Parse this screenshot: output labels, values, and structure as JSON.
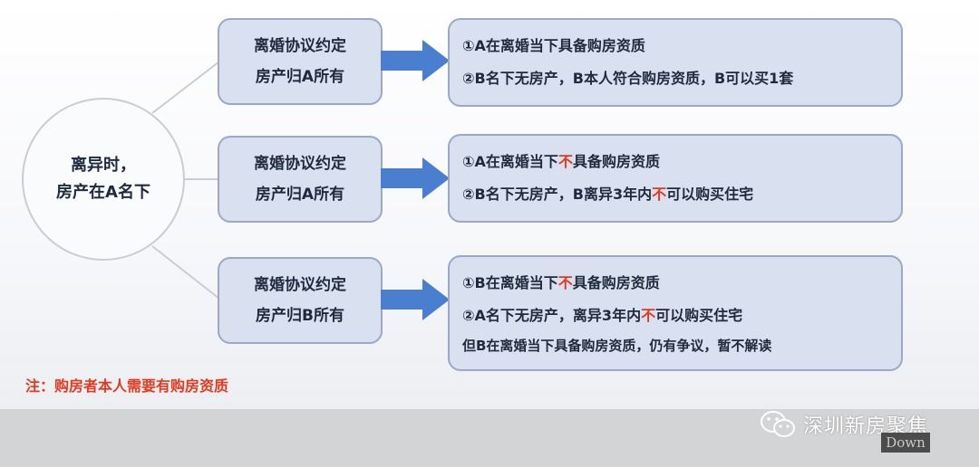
{
  "root": {
    "line1": "离异时，",
    "line2": "房产在A名下"
  },
  "branches": [
    {
      "condition": {
        "line1": "离婚协议约定",
        "line2_pre": "房产归",
        "line2_owner": "A",
        "line2_post": "所有"
      },
      "result": {
        "line1": "①A在离婚当下具备购房资质",
        "line2": "②B名下无房产，B本人符合购房资质，B可以买1套"
      }
    },
    {
      "condition": {
        "line1": "离婚协议约定",
        "line2_pre": "房产归",
        "line2_owner": "A",
        "line2_post": "所有"
      },
      "result": {
        "line1_pre": "①A在离婚当下",
        "line1_red": "不",
        "line1_post": "具备购房资质",
        "line2_pre": "②B名下无房产，B离异3年内",
        "line2_red": "不",
        "line2_post": "可以购买住宅"
      }
    },
    {
      "condition": {
        "line1": "离婚协议约定",
        "line2_pre": "房产归",
        "line2_owner": "B",
        "line2_post": "所有"
      },
      "result": {
        "line1_pre": "①B在离婚当下",
        "line1_red": "不",
        "line1_post": "具备购房资质",
        "line2_pre": "②A名下无房产，离异3年内",
        "line2_red": "不",
        "line2_post": "可以购买住宅",
        "line3": "但B在离婚当下具备购房资质，仍有争议，暂不解读"
      }
    }
  ],
  "note": "注：购房者本人需要有购房资质",
  "watermark": {
    "text": "深圳新房聚焦",
    "tag": "Down"
  },
  "colors": {
    "box_fill": "#d9e1f1",
    "box_border": "#9ba9c6",
    "arrow": "#4a7fd0",
    "highlight": "#e23a1f"
  }
}
